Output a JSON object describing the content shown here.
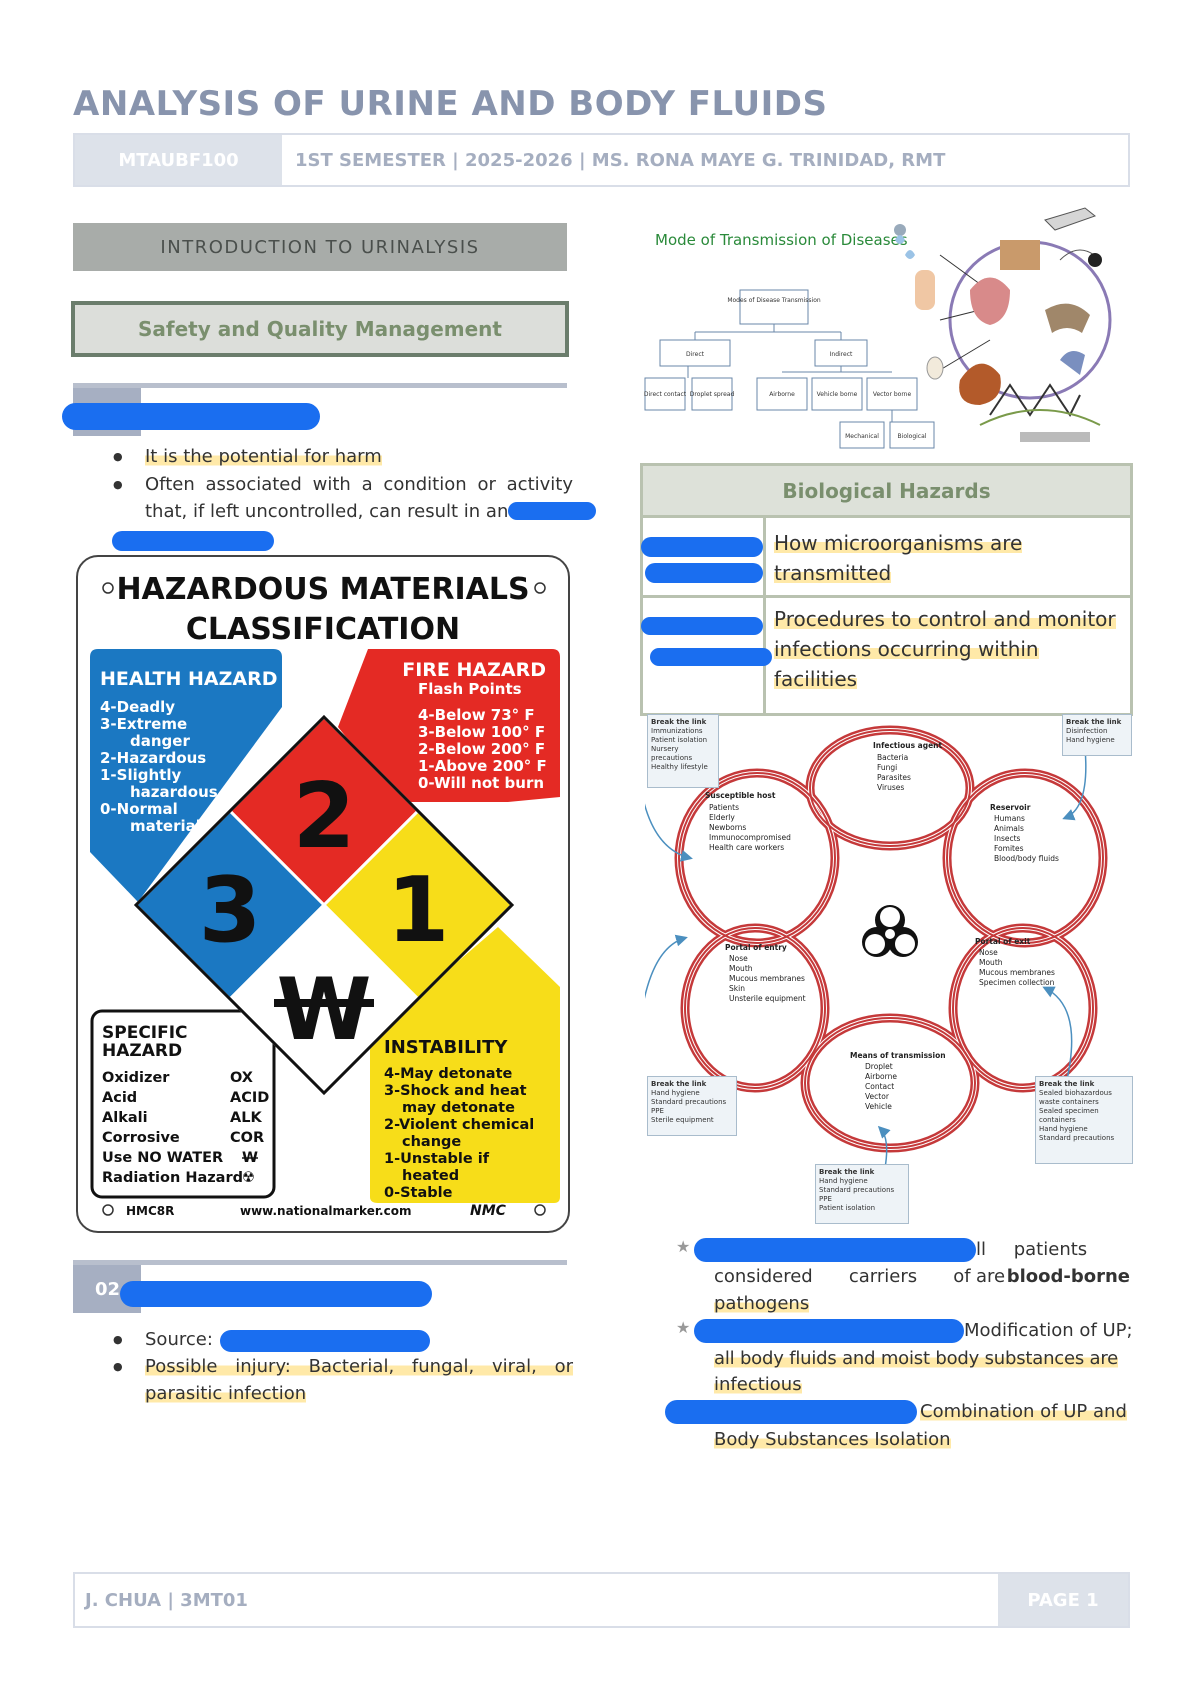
{
  "doc": {
    "title": "ANALYSIS OF URINE AND BODY FLUIDS",
    "course_code": "MTAUBF100",
    "semester_line": "1ST SEMESTER | 2025-2026 | MS. RONA MAYE G. TRINIDAD, RMT"
  },
  "left": {
    "section_title": "INTRODUCTION TO URINALYSIS",
    "subsection_title": "Safety and Quality Management",
    "hazard_bullets": [
      "It is the potential for harm",
      "Often associated with a condition or activity that, if left uncontrolled, can result in an"
    ],
    "section2_number": "02",
    "section2_bullets": {
      "source_label": "Source:",
      "injury": "Possible injury: Bacterial, fungal, viral, or parasitic infection"
    }
  },
  "hazmat": {
    "title_line1": "HAZARDOUS MATERIALS",
    "title_line2": "CLASSIFICATION",
    "health_title": "HEALTH HAZARD",
    "health_items": [
      "4-Deadly",
      "3-Extreme",
      "danger",
      "2-Hazardous",
      "1-Slightly",
      "hazardous",
      "0-Normal",
      "material"
    ],
    "fire_title": "FIRE HAZARD",
    "fire_sub": "Flash Points",
    "fire_items": [
      "4-Below 73° F",
      "3-Below 100° F",
      "2-Below 200° F",
      "1-Above 200° F",
      "0-Will not burn"
    ],
    "num_health": "3",
    "num_fire": "2",
    "num_instability": "1",
    "special_symbol": "W",
    "specific_title1": "SPECIFIC",
    "specific_title2": "HAZARD",
    "specific_rows": [
      {
        "name": "Oxidizer",
        "code": "OX"
      },
      {
        "name": "Acid",
        "code": "ACID"
      },
      {
        "name": "Alkali",
        "code": "ALK"
      },
      {
        "name": "Corrosive",
        "code": "COR"
      },
      {
        "name": "Use NO WATER",
        "code": "W"
      },
      {
        "name": "Radiation Hazard",
        "code": "☢"
      }
    ],
    "instability_title": "INSTABILITY",
    "instability_items": [
      "4-May detonate",
      "3-Shock and heat",
      "may detonate",
      "2-Violent chemical",
      "change",
      "1-Unstable if",
      "heated",
      "0-Stable"
    ],
    "footer_code": "HMC8R",
    "footer_url": "www.nationalmarker.com",
    "footer_brand": "NMC"
  },
  "transmission": {
    "title": "Mode of Transmission of Diseases",
    "root": "Modes of Disease Transmission",
    "direct": "Direct",
    "indirect": "Indirect",
    "leaves": [
      "Direct contact",
      "Droplet spread",
      "Airborne",
      "Vehicle borne",
      "Vector borne"
    ],
    "vector_leaves": [
      "Mechanical",
      "Biological"
    ]
  },
  "bio_table": {
    "header": "Biological Hazards",
    "row1": "How microorganisms are transmitted",
    "row2": "Procedures to control and monitor infections occurring within facilities"
  },
  "chain": {
    "infectious_agent": {
      "title": "Infectious agent",
      "items": [
        "Bacteria",
        "Fungi",
        "Parasites",
        "Viruses"
      ]
    },
    "reservoir": {
      "title": "Reservoir",
      "items": [
        "Humans",
        "Animals",
        "Insects",
        "Fomites",
        "Blood/body fluids"
      ]
    },
    "portal_exit": {
      "title": "Portal of exit",
      "items": [
        "Nose",
        "Mouth",
        "Mucous membranes",
        "Specimen collection"
      ]
    },
    "means": {
      "title": "Means of transmission",
      "items": [
        "Droplet",
        "Airborne",
        "Contact",
        "Vector",
        "Vehicle"
      ]
    },
    "portal_entry": {
      "title": "Portal of entry",
      "items": [
        "Nose",
        "Mouth",
        "Mucous membranes",
        "Skin",
        "Unsterile equipment"
      ]
    },
    "susceptible": {
      "title": "Susceptible host",
      "items": [
        "Patients",
        "Elderly",
        "Newborns",
        "Immunocompromised",
        "Health care workers"
      ]
    },
    "break_tl": {
      "title": "Break the link",
      "items": [
        "Immunizations",
        "Patient isolation",
        "Nursery precautions",
        "Healthy lifestyle"
      ]
    },
    "break_tr": {
      "title": "Break the link",
      "items": [
        "Disinfection",
        "Hand hygiene"
      ]
    },
    "break_bl": {
      "title": "Break the link",
      "items": [
        "Hand hygiene",
        "Standard precautions",
        "PPE",
        "Sterile equipment"
      ]
    },
    "break_br": {
      "title": "Break the link",
      "items": [
        "Sealed biohazardous waste containers",
        "Sealed specimen containers",
        "Hand hygiene",
        "Standard precautions"
      ]
    },
    "break_b": {
      "title": "Break the link",
      "items": [
        "Hand hygiene",
        "Standard precautions",
        "PPE",
        "Patient isolation"
      ]
    }
  },
  "right_notes": {
    "note1_tail": "ll patients are",
    "note1_line2a": "considered",
    "note1_line2b": "carriers",
    "note1_line2c": "of",
    "note1_bold": "blood-borne",
    "note1_line3": "pathogens",
    "note2_tail": "Modification of UP;",
    "note2_line2": "all body fluids and moist body substances are",
    "note2_line3": "infectious",
    "note3_tail": "Combination of UP and",
    "note3_line2": "Body Substances Isolation"
  },
  "footer": {
    "author": "J. CHUA | 3MT01",
    "page": "PAGE 1"
  },
  "colors": {
    "health": "#1b78c2",
    "fire": "#e42a24",
    "instability": "#f7dd19",
    "chain": "#c5393a",
    "highlight": "#ffe9a8",
    "redaction": "#1a6ef0"
  }
}
